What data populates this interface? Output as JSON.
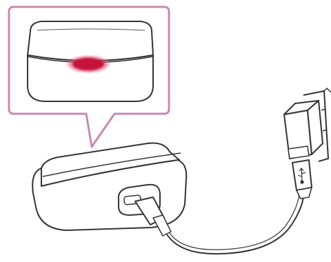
{
  "illustration": {
    "subject": "charging-case-connected-to-usb-ac-adapter",
    "callout": {
      "shows": "charging-case-lid",
      "indicator_state": "lit",
      "indicator_color": "#c4143c",
      "border_color": "#c889b0"
    },
    "line_color": "#333333",
    "fill_color": "#ffffff"
  }
}
